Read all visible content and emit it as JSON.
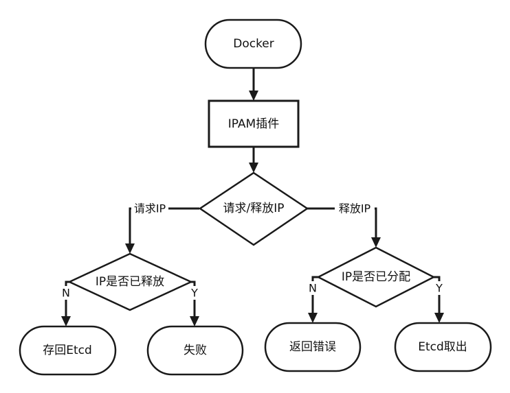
{
  "nodes": {
    "docker": "Docker",
    "ipam": "IPAM插件",
    "request_release": "请求/释放IP",
    "released_check": "IP是否已释放",
    "allocated_check": "IP是否已分配",
    "store_etcd": "存回Etcd",
    "fail": "失败",
    "return_error": "返回错误",
    "etcd_fetch": "Etcd取出"
  },
  "edges": {
    "request_ip": "请求IP",
    "release_ip": "释放IP",
    "no_left": "N",
    "yes_left": "Y",
    "no_right": "N",
    "yes_right": "Y"
  }
}
